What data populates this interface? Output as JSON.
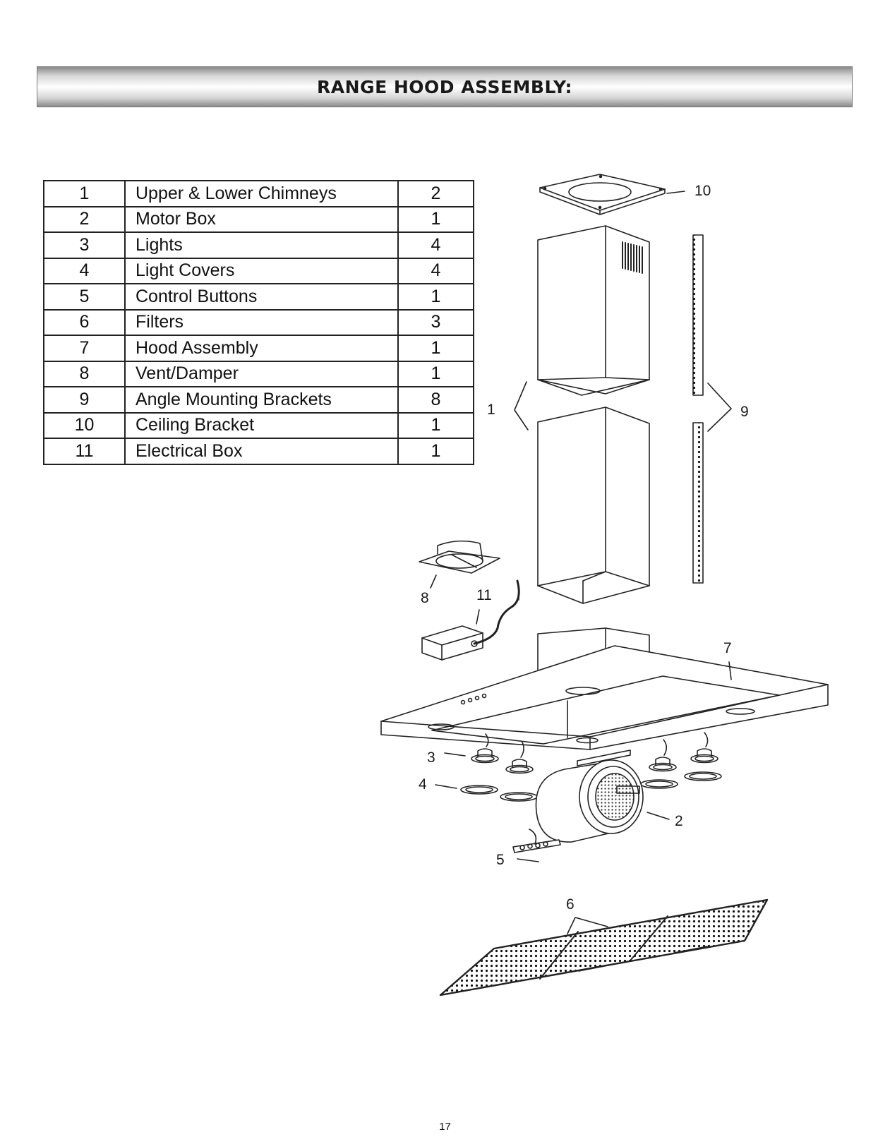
{
  "header": {
    "title": "RANGE HOOD ASSEMBLY:"
  },
  "parts": [
    {
      "num": "1",
      "name": "Upper & Lower Chimneys",
      "qty": "2"
    },
    {
      "num": "2",
      "name": "Motor Box",
      "qty": "1"
    },
    {
      "num": "3",
      "name": "Lights",
      "qty": "4"
    },
    {
      "num": "4",
      "name": "Light Covers",
      "qty": "4"
    },
    {
      "num": "5",
      "name": "Control Buttons",
      "qty": "1"
    },
    {
      "num": "6",
      "name": "Filters",
      "qty": "3"
    },
    {
      "num": "7",
      "name": "Hood Assembly",
      "qty": "1"
    },
    {
      "num": "8",
      "name": "Vent/Damper",
      "qty": "1"
    },
    {
      "num": "9",
      "name": "Angle Mounting Brackets",
      "qty": "8"
    },
    {
      "num": "10",
      "name": "Ceiling Bracket",
      "qty": "1"
    },
    {
      "num": "11",
      "name": "Electrical Box",
      "qty": "1"
    }
  ],
  "callouts": {
    "ceiling_bracket": "10",
    "chimneys": "1",
    "brackets": "9",
    "vent_damper": "8",
    "electrical_box": "11",
    "hood_assembly": "7",
    "lights": "3",
    "light_covers": "4",
    "motor_box": "2",
    "control_buttons": "5",
    "filters": "6"
  },
  "footer": {
    "page_number": "17"
  }
}
